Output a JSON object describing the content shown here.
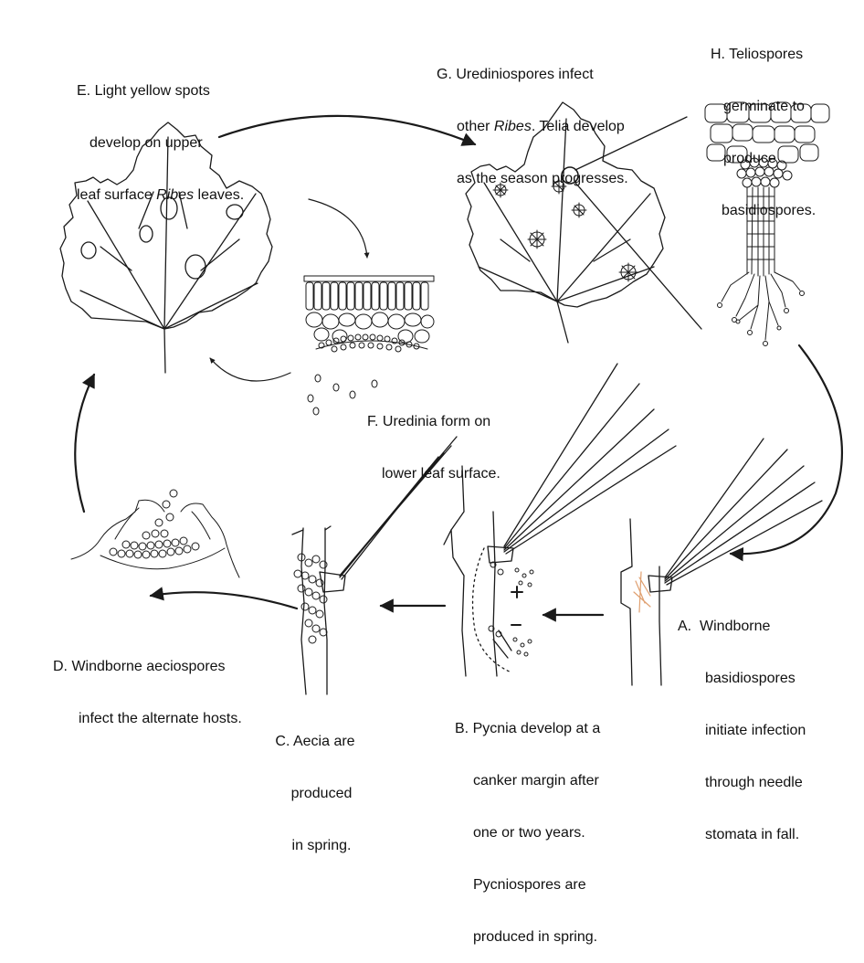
{
  "labels": {
    "a": {
      "letter": "A.",
      "lines": [
        "Windborne",
        "basidiospores",
        "initiate infection",
        "through needle",
        "stomata in fall."
      ]
    },
    "b": {
      "lines": [
        "B. Pycnia develop at a",
        "canker margin after",
        "one or two years.",
        "Pycniospores are",
        "produced in spring."
      ]
    },
    "c": {
      "lines": [
        "C. Aecia are",
        "produced",
        "in spring."
      ]
    },
    "d": {
      "lines": [
        "D. Windborne aeciospores",
        "infect the alternate hosts."
      ]
    },
    "e": {
      "line1": "E. Light yellow spots",
      "line2": "develop on upper",
      "line3_pre": "leaf surface ",
      "line3_italic": "Ribes",
      "line3_post": " leaves."
    },
    "f": {
      "lines": [
        "F. Uredinia form on",
        "lower leaf surface."
      ]
    },
    "g": {
      "line1": "G. Urediniospores infect",
      "line2_pre": "other ",
      "line2_italic": "Ribes",
      "line2_post": ". Telia develop",
      "line3": "as the season progresses."
    },
    "h": {
      "lines": [
        "H. Teliospores",
        "germinate to",
        "produce",
        "basidiospores."
      ]
    }
  },
  "colors": {
    "ink": "#1a1a1a",
    "infection_mark": "#e0a070"
  }
}
